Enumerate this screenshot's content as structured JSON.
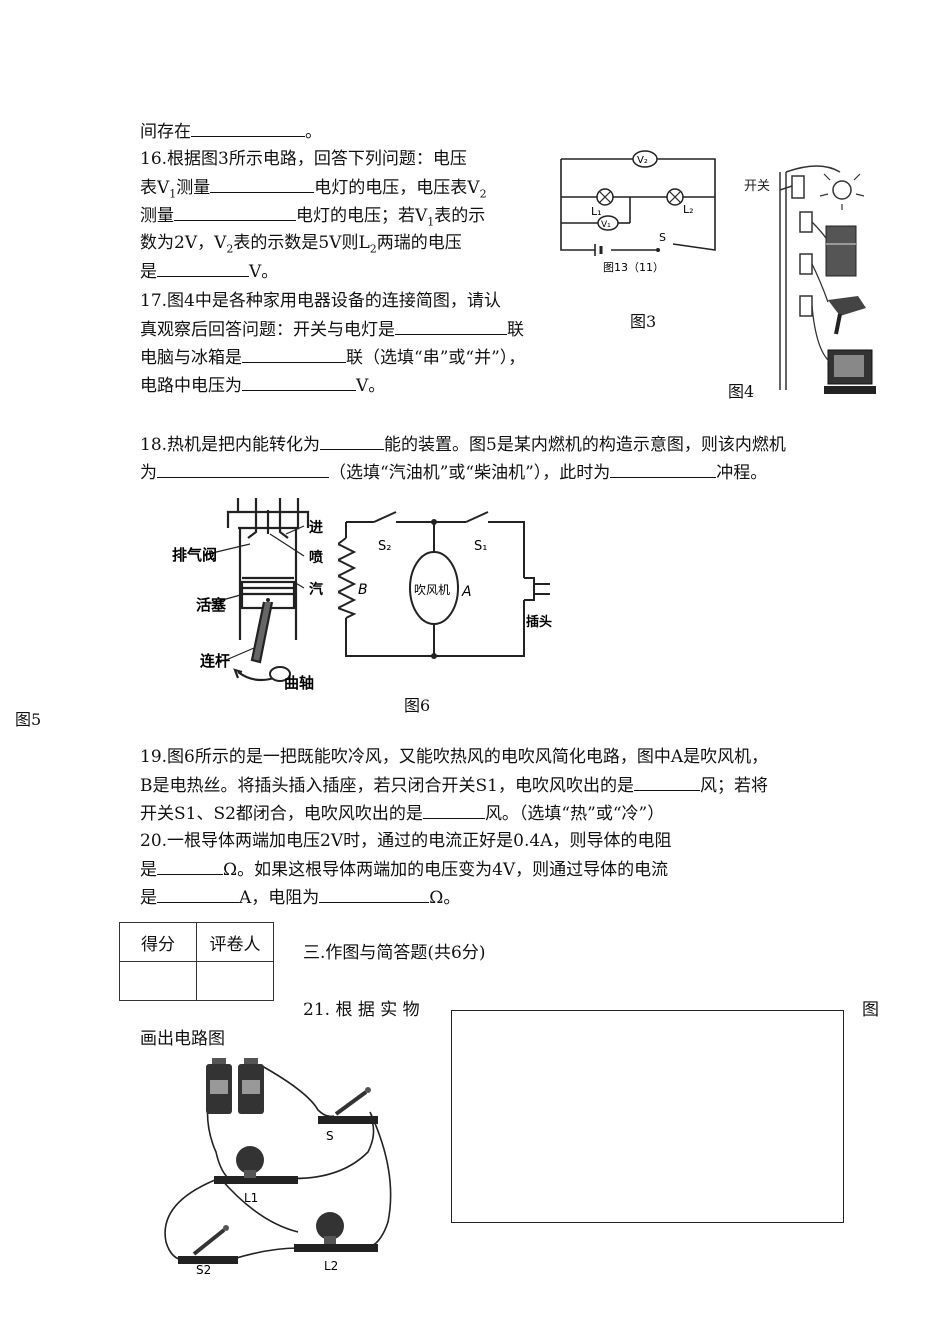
{
  "q15_tail": {
    "text": "间存在",
    "end": "。"
  },
  "q16": {
    "l1": "16.根据图3所示电路，回答下列问题：电压",
    "l2a": "表V",
    "l2b": "测量",
    "l2c": "电灯的电压，电压表V",
    "l3a": "测量",
    "l3b": "电灯的电压；若V",
    "l3c": "表的示",
    "l4a": "数为2V，V",
    "l4b": "表的示数是5V则L",
    "l4c": "两瑞的电压",
    "l5a": "是",
    "l5b": "V。"
  },
  "q17": {
    "l1": "17.图4中是各种家用电器设备的连接简图，请认",
    "l2a": "真观察后回答问题：开关与电灯是",
    "l2b": "联",
    "l3a": "电脑与冰箱是",
    "l3b": "联（选填“串”或“并”），",
    "l4a": "电路中电压为",
    "l4b": "V。"
  },
  "fig3": {
    "caption": "图3",
    "inner_label": "图13（11）",
    "v1": "V₁",
    "v2": "V₂",
    "l1": "L₁",
    "l2": "L₂",
    "s": "S"
  },
  "fig4": {
    "caption": "图4",
    "switch_label": "开关"
  },
  "q18": {
    "l1a": "18.热机是把内能转化为",
    "l1b": "能的装置。图5是某内燃机的构造示意图，则该内燃机",
    "l2a": "为",
    "l2b": "（选填“汽油机”或“柴油机”），此时为",
    "l2c": "冲程。"
  },
  "fig5": {
    "caption": "图5",
    "exhaust": "排气阀",
    "piston": "活塞",
    "rod": "连杆",
    "crank": "曲轴",
    "r1": "进",
    "r2": "喷",
    "r3": "汽"
  },
  "fig6": {
    "caption": "图6",
    "s1": "S₁",
    "s2": "S₂",
    "b": "B",
    "fan": "吹风机",
    "a": "A",
    "plug": "插头"
  },
  "q19": {
    "l1": "19.图6所示的是一把既能吹冷风，又能吹热风的电吹风简化电路，图中A是吹风机，",
    "l2a": "B是电热丝。将插头插入插座，若只闭合开关S1，电吹风吹出的是",
    "l2b": "风；若将",
    "l3a": "开关S1、S2都闭合，电吹风吹出的是",
    "l3b": "风。（选填“热”或“冷”）"
  },
  "q20": {
    "l1": "20.一根导体两端加电压2V时，通过的电流正好是0.4A，则导体的电阻",
    "l2a": "是",
    "l2b": "Ω。如果这根导体两端加的电压变为4V，则通过导体的电流",
    "l3a": "是",
    "l3b": "A，电阻为",
    "l3c": "Ω。"
  },
  "score_table": {
    "score": "得分",
    "grader": "评卷人"
  },
  "section3": "三.作图与简答题(共6分)",
  "q21": {
    "a": "21. 根 据 实 物",
    "b": "图",
    "c": "画出电路图"
  },
  "circuit_photo": {
    "s": "S",
    "l1": "L1",
    "s2": "S2",
    "l2": "L2"
  }
}
